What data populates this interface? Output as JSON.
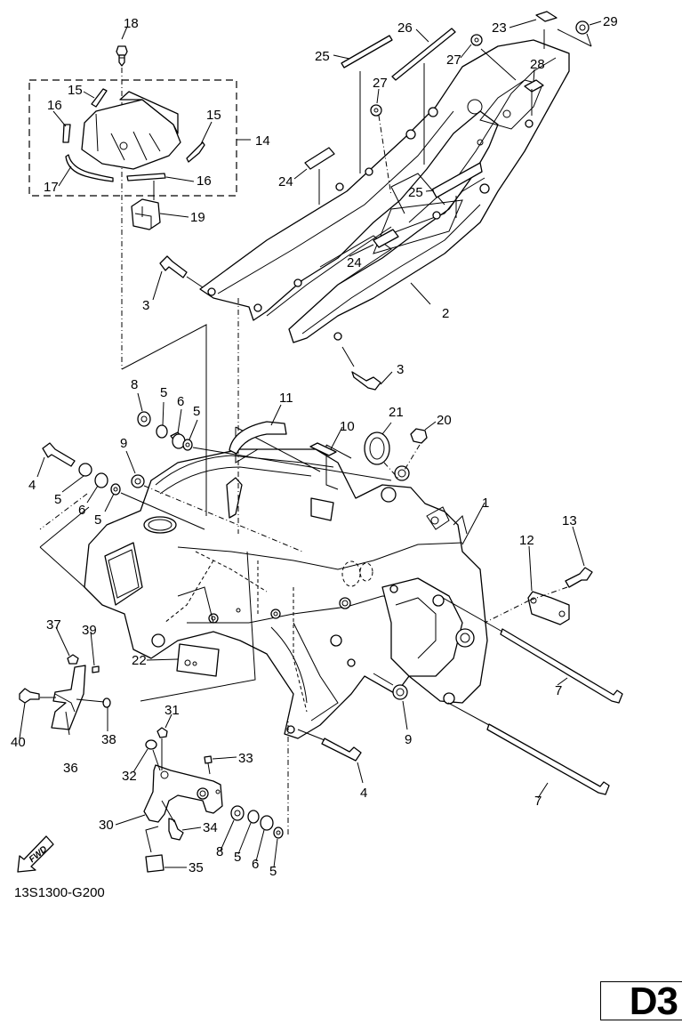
{
  "diagram": {
    "title": "Frame exploded parts diagram",
    "drawing_code": "13S1300-G200",
    "page_tag": "D3",
    "direction_arrow_label": "FWD",
    "callouts": [
      {
        "id": "c18a",
        "label": "18"
      },
      {
        "id": "c15a",
        "label": "15"
      },
      {
        "id": "c16a",
        "label": "16"
      },
      {
        "id": "c15b",
        "label": "15"
      },
      {
        "id": "c14",
        "label": "14"
      },
      {
        "id": "c17",
        "label": "17"
      },
      {
        "id": "c16b",
        "label": "16"
      },
      {
        "id": "c19",
        "label": "19"
      },
      {
        "id": "c25a",
        "label": "25"
      },
      {
        "id": "c26",
        "label": "26"
      },
      {
        "id": "c27a",
        "label": "27"
      },
      {
        "id": "c27b",
        "label": "27"
      },
      {
        "id": "c23",
        "label": "23"
      },
      {
        "id": "c29",
        "label": "29"
      },
      {
        "id": "c28",
        "label": "28"
      },
      {
        "id": "c24a",
        "label": "24"
      },
      {
        "id": "c25b",
        "label": "25"
      },
      {
        "id": "c24b",
        "label": "24"
      },
      {
        "id": "c3a",
        "label": "3"
      },
      {
        "id": "c2",
        "label": "2"
      },
      {
        "id": "c3b",
        "label": "3"
      },
      {
        "id": "c8a",
        "label": "8"
      },
      {
        "id": "c5a",
        "label": "5"
      },
      {
        "id": "c6a",
        "label": "6"
      },
      {
        "id": "c5b",
        "label": "5"
      },
      {
        "id": "c11",
        "label": "11"
      },
      {
        "id": "c10",
        "label": "10"
      },
      {
        "id": "c21",
        "label": "21"
      },
      {
        "id": "c20",
        "label": "20"
      },
      {
        "id": "c9a",
        "label": "9"
      },
      {
        "id": "c4a",
        "label": "4"
      },
      {
        "id": "c5c",
        "label": "5"
      },
      {
        "id": "c6b",
        "label": "6"
      },
      {
        "id": "c5d",
        "label": "5"
      },
      {
        "id": "c1",
        "label": "1"
      },
      {
        "id": "c13",
        "label": "13"
      },
      {
        "id": "c12",
        "label": "12"
      },
      {
        "id": "c37",
        "label": "37"
      },
      {
        "id": "c39",
        "label": "39"
      },
      {
        "id": "c22",
        "label": "22"
      },
      {
        "id": "c40",
        "label": "40"
      },
      {
        "id": "c38",
        "label": "38"
      },
      {
        "id": "c36",
        "label": "36"
      },
      {
        "id": "c7a",
        "label": "7"
      },
      {
        "id": "c9b",
        "label": "9"
      },
      {
        "id": "c31",
        "label": "31"
      },
      {
        "id": "c33",
        "label": "33"
      },
      {
        "id": "c32",
        "label": "32"
      },
      {
        "id": "c4b",
        "label": "4"
      },
      {
        "id": "c7b",
        "label": "7"
      },
      {
        "id": "c30",
        "label": "30"
      },
      {
        "id": "c34",
        "label": "34"
      },
      {
        "id": "c8b",
        "label": "8"
      },
      {
        "id": "c5e",
        "label": "5"
      },
      {
        "id": "c6c",
        "label": "6"
      },
      {
        "id": "c5f",
        "label": "5"
      },
      {
        "id": "c35",
        "label": "35"
      }
    ]
  }
}
